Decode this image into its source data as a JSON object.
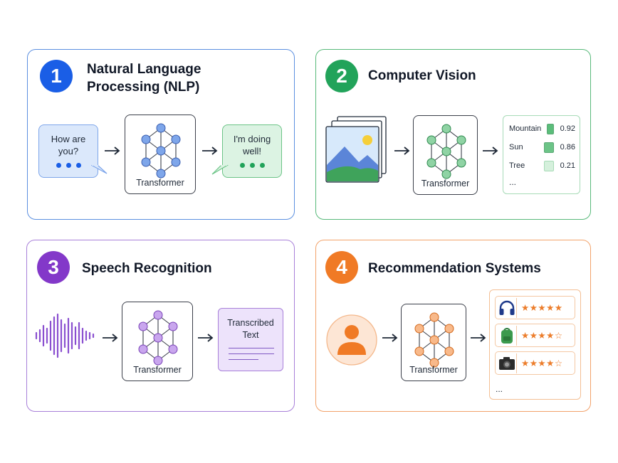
{
  "colors": {
    "blue": "#1a5ee6",
    "green": "#22a35a",
    "purple": "#8338c9",
    "orange": "#f07a25",
    "blue_node": "#7ea6ea",
    "green_node": "#8fd3a4",
    "purple_node": "#c9a6ee",
    "orange_node": "#f8b98a"
  },
  "panels": [
    {
      "number": "1",
      "title_line1": "Natural Language",
      "title_line2": "Processing (NLP)",
      "input_text_line1": "How are",
      "input_text_line2": "you?",
      "model_label": "Transformer",
      "output_text_line1": "I'm doing",
      "output_text_line2": "well!"
    },
    {
      "number": "2",
      "title": "Computer Vision",
      "model_label": "Transformer",
      "classes": [
        {
          "label": "Mountain",
          "score": "0.92",
          "color": "#5bbd7a"
        },
        {
          "label": "Sun",
          "score": "0.86",
          "color": "#6cc487"
        },
        {
          "label": "Tree",
          "score": "0.21",
          "color": "#d5f0dc"
        }
      ],
      "more": "..."
    },
    {
      "number": "3",
      "title": "Speech Recognition",
      "model_label": "Transformer",
      "output_line1": "Transcribed",
      "output_line2": "Text"
    },
    {
      "number": "4",
      "title": "Recommendation Systems",
      "model_label": "Transformer",
      "items": [
        {
          "icon": "headphones-icon",
          "stars": "★★★★★",
          "rating": 5
        },
        {
          "icon": "backpack-icon",
          "stars": "★★★★☆",
          "rating": 4
        },
        {
          "icon": "camera-icon",
          "stars": "★★★★☆",
          "rating": 4
        }
      ],
      "more": "..."
    }
  ]
}
